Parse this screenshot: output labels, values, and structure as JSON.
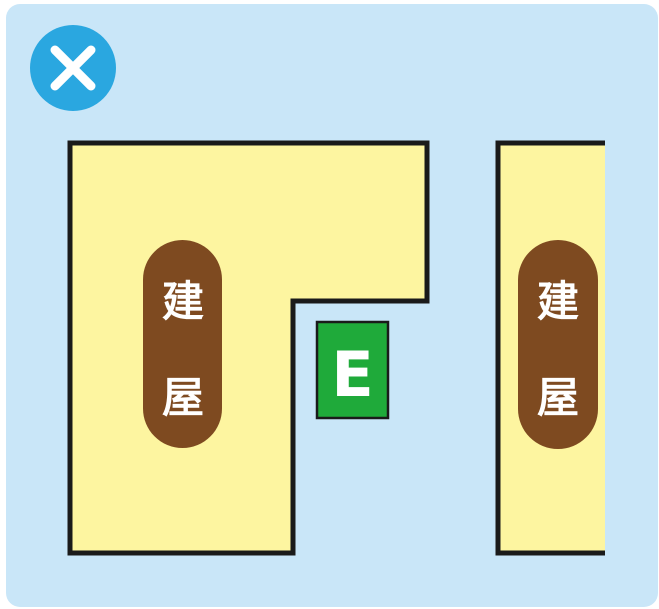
{
  "panel": {
    "background": "#c9e6f8",
    "status": "incorrect"
  },
  "status_icon": {
    "icon": "close-icon",
    "color": "#2aa7e0",
    "mark_color": "#ffffff"
  },
  "buildings": [
    {
      "name": "building-left",
      "fill": "#fdf5a0",
      "outline": "#1a1a1a",
      "label_chars": [
        "建",
        "屋"
      ],
      "label_color": "#7e4a20"
    },
    {
      "name": "building-right",
      "fill": "#fdf5a0",
      "outline": "#1a1a1a",
      "label_chars": [
        "建",
        "屋"
      ],
      "label_color": "#7e4a20"
    }
  ],
  "marker": {
    "text": "E",
    "color": "#1faa3a",
    "outline": "#1a1a1a"
  }
}
